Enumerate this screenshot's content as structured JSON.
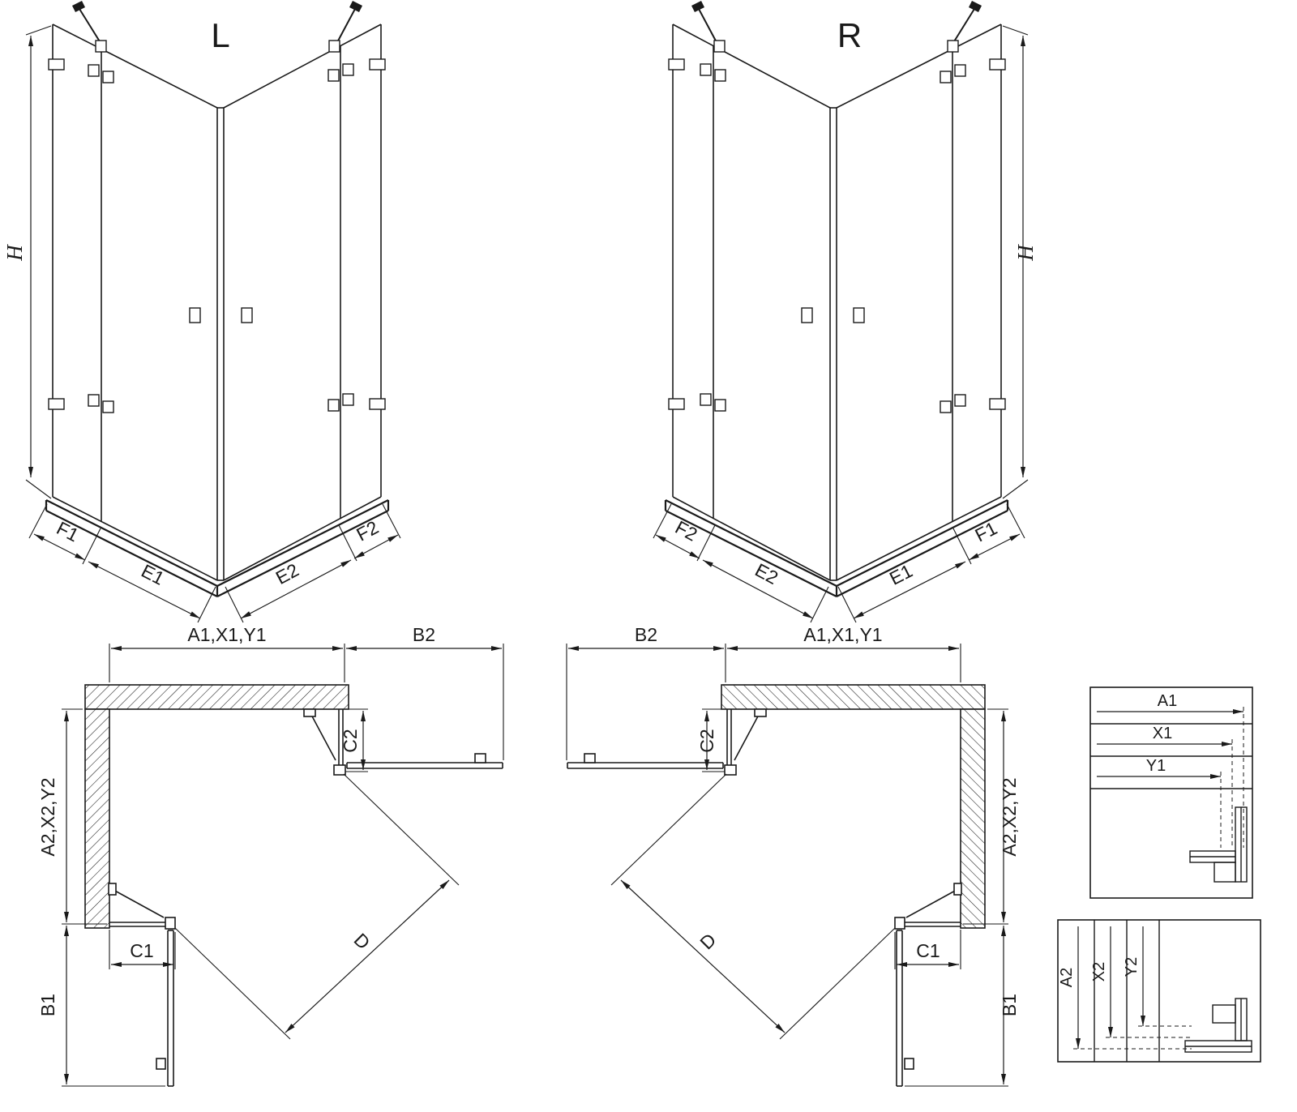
{
  "colors": {
    "ink": "#1a1a1a",
    "background": "#ffffff"
  },
  "perspective_left": {
    "variant": "L",
    "height": "H",
    "outer_left": "F1",
    "inner_left": "E1",
    "inner_right": "E2",
    "outer_right": "F2"
  },
  "perspective_right": {
    "variant": "R",
    "height": "H",
    "outer_left": "F2",
    "inner_left": "E2",
    "inner_right": "E1",
    "outer_right": "F1"
  },
  "plan_left": {
    "width_top": "A1,X1,Y1",
    "door_swing_top": "B2",
    "depth_side": "A2,X2,Y2",
    "fixed_top": "C2",
    "fixed_bottom": "C1",
    "door_swing_bottom": "B1",
    "diagonal": "D"
  },
  "plan_right": {
    "width_top": "A1,X1,Y1",
    "door_swing_top": "B2",
    "depth_side": "A2,X2,Y2",
    "fixed_top": "C2",
    "fixed_bottom": "C1",
    "door_swing_bottom": "B1",
    "diagonal": "D"
  },
  "detail_widths": {
    "rows": [
      "A1",
      "X1",
      "Y1"
    ]
  },
  "detail_depths": {
    "rows": [
      "A2",
      "X2",
      "Y2"
    ]
  }
}
